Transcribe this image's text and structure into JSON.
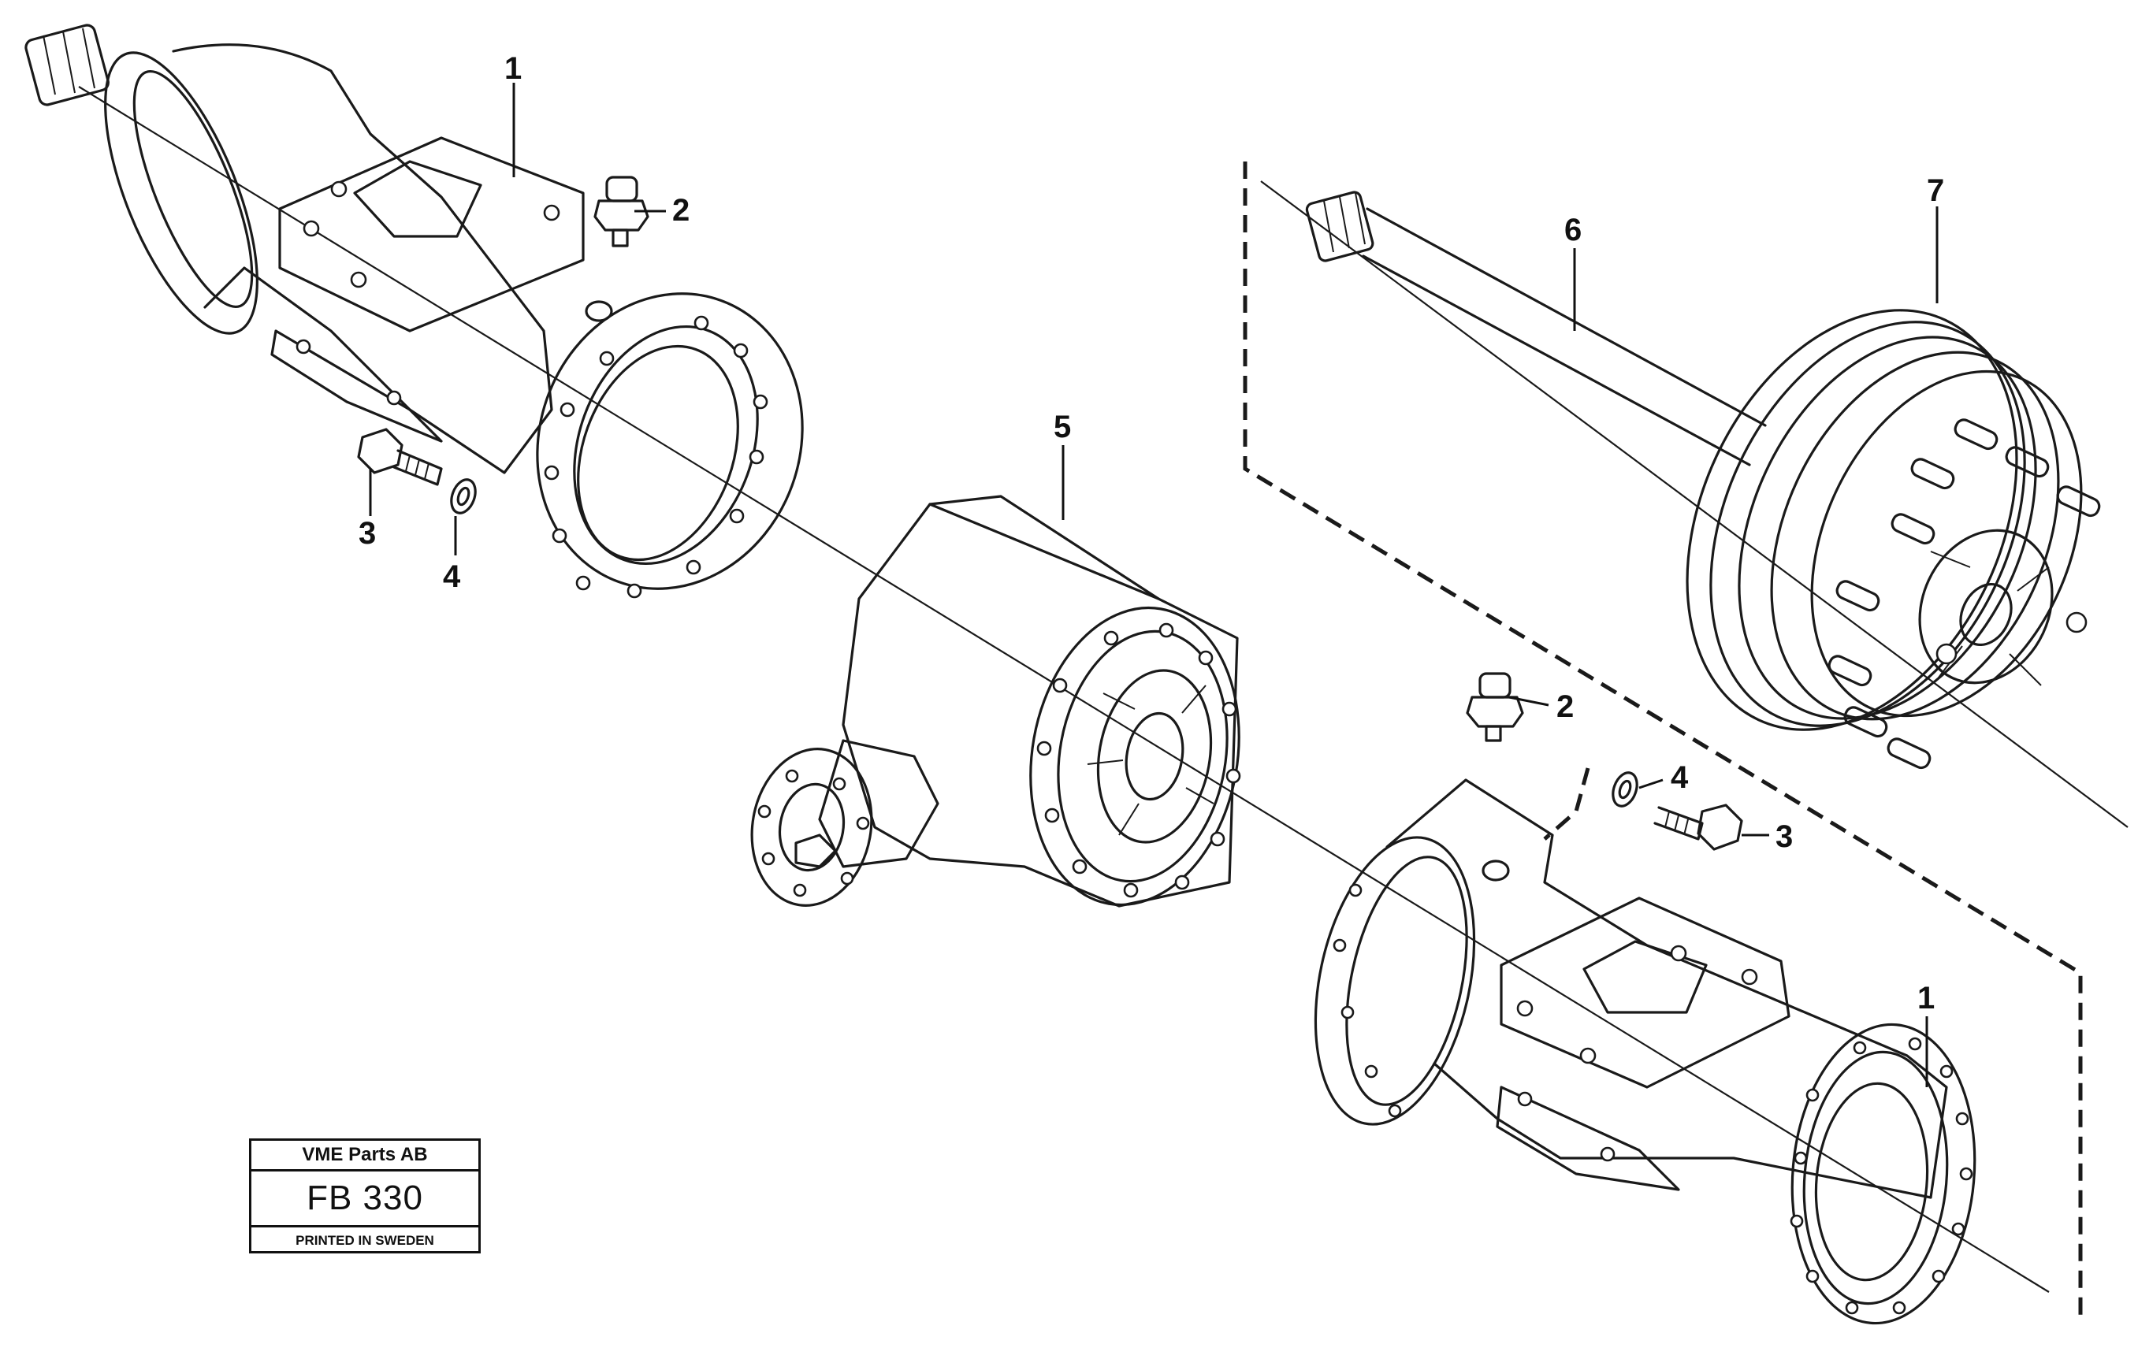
{
  "callouts": [
    {
      "id": "c1a",
      "label": "1"
    },
    {
      "id": "c2a",
      "label": "2"
    },
    {
      "id": "c3a",
      "label": "3"
    },
    {
      "id": "c4a",
      "label": "4"
    },
    {
      "id": "c5",
      "label": "5"
    },
    {
      "id": "c6",
      "label": "6"
    },
    {
      "id": "c7",
      "label": "7"
    },
    {
      "id": "c2b",
      "label": "2"
    },
    {
      "id": "c4b",
      "label": "4"
    },
    {
      "id": "c3b",
      "label": "3"
    },
    {
      "id": "c1b",
      "label": "1"
    }
  ],
  "title_block": {
    "company": "VME Parts AB",
    "drawing_number": "FB 330",
    "printed": "PRINTED IN SWEDEN"
  }
}
